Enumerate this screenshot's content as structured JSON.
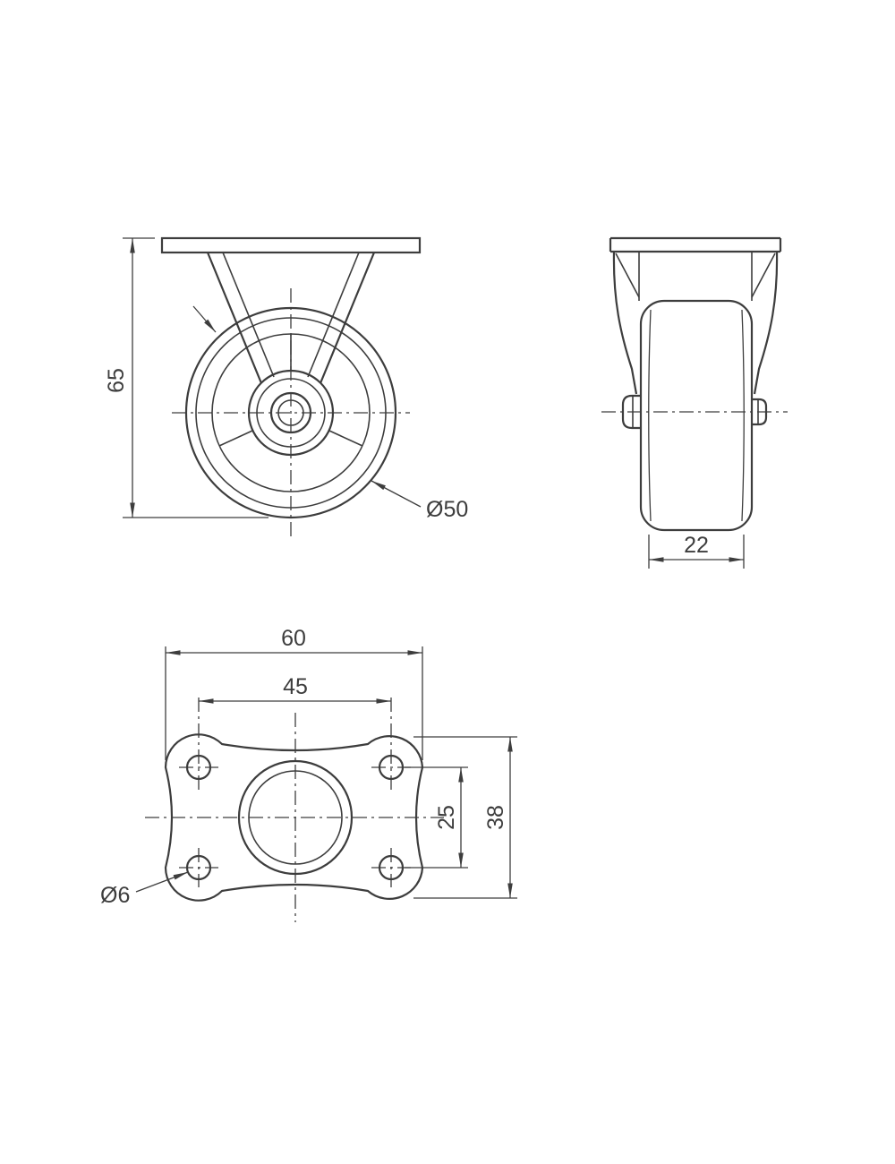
{
  "drawing": {
    "background": "#ffffff",
    "line_color": "#3d3d3d",
    "views": {
      "front": {
        "overall_height": "65",
        "wheel_diameter": "Ø50"
      },
      "side": {
        "wheel_width": "22"
      },
      "plate": {
        "plate_width": "60",
        "bolt_hole_spacing_width": "45",
        "bolt_hole_spacing_height": "25",
        "plate_depth": "38",
        "bolt_hole_diameter": "Ø6"
      }
    }
  }
}
